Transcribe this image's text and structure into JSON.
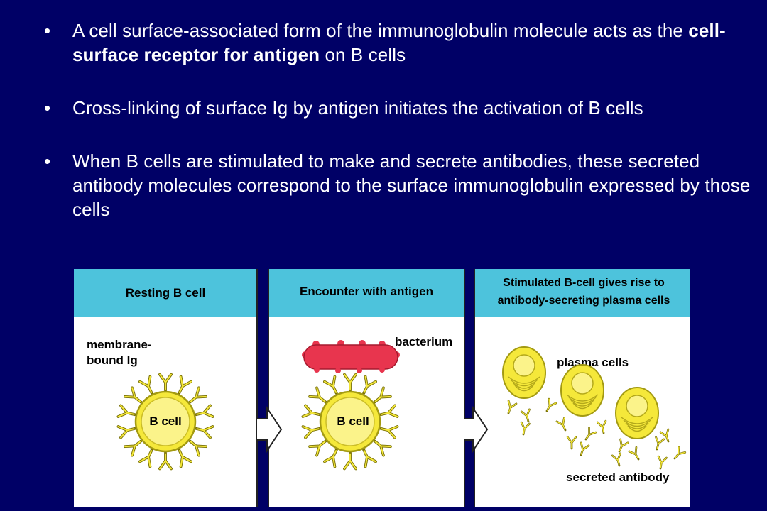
{
  "bullets": [
    {
      "marker": "•",
      "pre": "A cell surface-associated form of the immunoglobulin molecule acts as the ",
      "bold": "cell-surface receptor for antigen",
      "post": " on B cells"
    },
    {
      "marker": "•",
      "text": "Cross-linking of surface Ig by antigen initiates the activation of B cells"
    },
    {
      "marker": "•",
      "text": "When B cells are stimulated to make and secrete antibodies, these secreted antibody molecules correspond to the surface immunoglobulin expressed by those cells"
    }
  ],
  "figure": {
    "panels": [
      {
        "title_lines": [
          "Resting B cell"
        ]
      },
      {
        "title_lines": [
          "Encounter with antigen"
        ]
      },
      {
        "title_lines": [
          "Stimulated B-cell gives rise to",
          "antibody-secreting plasma cells"
        ]
      }
    ],
    "labels": {
      "membrane_lines": [
        "membrane-",
        "bound Ig"
      ],
      "b_cell": "B cell",
      "bacterium": "bacterium",
      "plasma_cells": "plasma cells",
      "secreted_antibody": "secreted antibody"
    },
    "colors": {
      "header": "#4dc3dc",
      "cell": "#f5e83a",
      "cell_outline": "#a39a12",
      "bacterium": "#e8354e",
      "panel_bg": "#ffffff"
    }
  }
}
